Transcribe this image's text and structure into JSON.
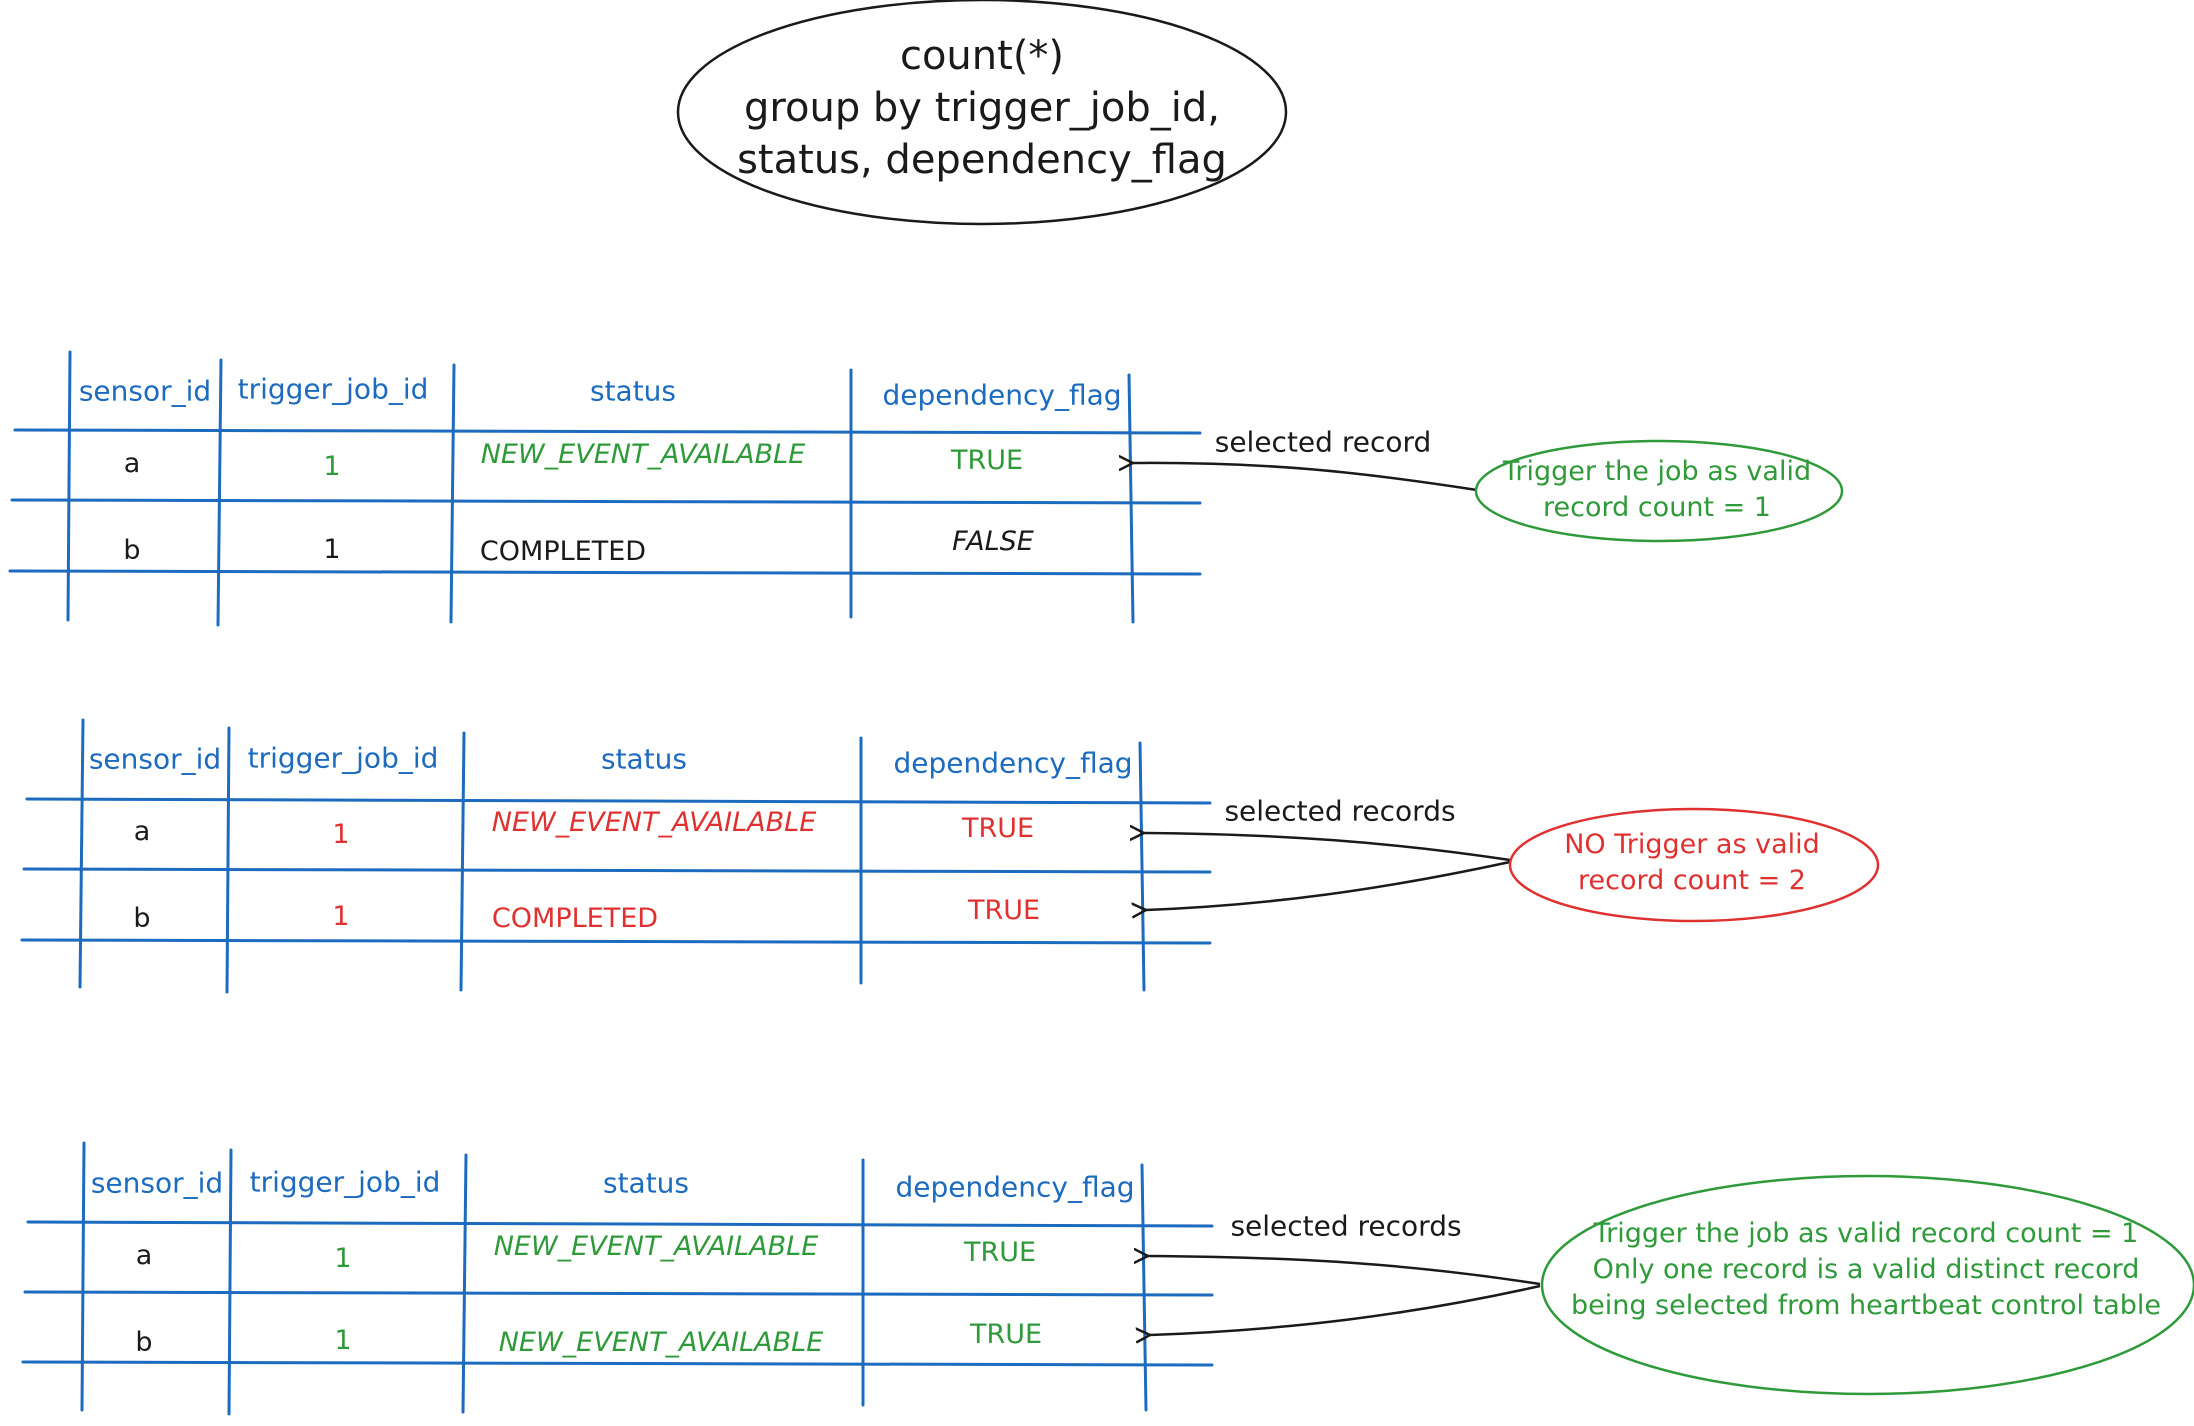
{
  "title": {
    "lines": [
      "count(*)",
      "group by trigger_job_id,",
      "status, dependency_flag"
    ]
  },
  "colors": {
    "table_lines": "#1c6bbf",
    "header_text": "#1c6bbf",
    "green": "#2f9a3a",
    "red": "#e03131",
    "black": "#1a1a1a"
  },
  "tables": [
    {
      "headers": [
        "sensor_id",
        "trigger_job_id",
        "status",
        "dependency_flag"
      ],
      "rows": [
        {
          "sensor_id": "a",
          "trigger_job_id": "1",
          "status": "NEW_EVENT_AVAILABLE",
          "dependency_flag": "TRUE"
        },
        {
          "sensor_id": "b",
          "trigger_job_id": "1",
          "status": "COMPLETED",
          "dependency_flag": "FALSE"
        }
      ],
      "arrow_label": "selected record",
      "note_lines": [
        "Trigger the job as valid",
        "record count = 1"
      ]
    },
    {
      "headers": [
        "sensor_id",
        "trigger_job_id",
        "status",
        "dependency_flag"
      ],
      "rows": [
        {
          "sensor_id": "a",
          "trigger_job_id": "1",
          "status": "NEW_EVENT_AVAILABLE",
          "dependency_flag": "TRUE"
        },
        {
          "sensor_id": "b",
          "trigger_job_id": "1",
          "status": "COMPLETED",
          "dependency_flag": "TRUE"
        }
      ],
      "arrow_label": "selected records",
      "note_lines": [
        "NO Trigger as valid",
        "record count = 2"
      ]
    },
    {
      "headers": [
        "sensor_id",
        "trigger_job_id",
        "status",
        "dependency_flag"
      ],
      "rows": [
        {
          "sensor_id": "a",
          "trigger_job_id": "1",
          "status": "NEW_EVENT_AVAILABLE",
          "dependency_flag": "TRUE"
        },
        {
          "sensor_id": "b",
          "trigger_job_id": "1",
          "status": "NEW_EVENT_AVAILABLE",
          "dependency_flag": "TRUE"
        }
      ],
      "arrow_label": "selected records",
      "note_lines": [
        "Trigger the job as valid record count = 1",
        "Only one record is a valid distinct record",
        "being selected from heartbeat control table"
      ]
    }
  ]
}
